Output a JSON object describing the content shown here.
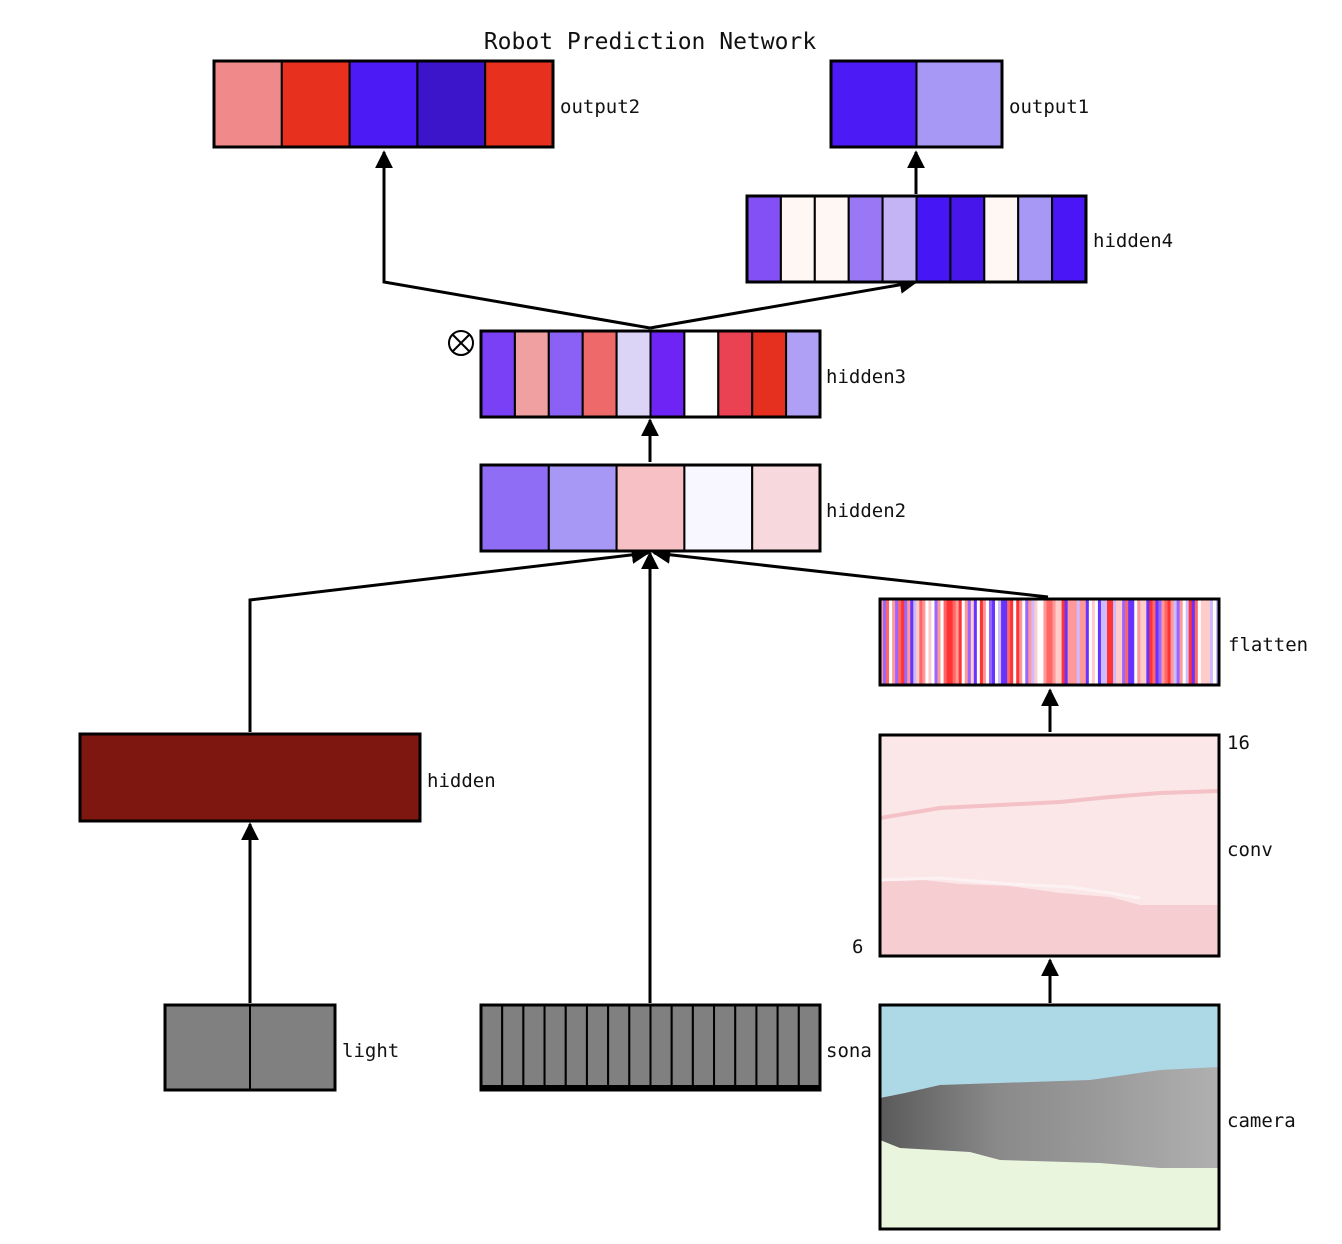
{
  "title": "Robot Prediction Network",
  "layers": {
    "output2": {
      "label": "output2",
      "colors": [
        "#f08a8a",
        "#e8301f",
        "#4c1af5",
        "#3c14c9",
        "#e8301f"
      ]
    },
    "output1": {
      "label": "output1",
      "colors": [
        "#4c1af5",
        "#a898f5"
      ]
    },
    "hidden4": {
      "label": "hidden4",
      "colors": [
        "#8250f5",
        "#fff7f3",
        "#fff7f3",
        "#9a78f5",
        "#c4b4f5",
        "#4616f5",
        "#4616ea",
        "#fff7f3",
        "#a898f5",
        "#4a16f5"
      ]
    },
    "hidden3": {
      "label": "hidden3",
      "colors": [
        "#7a40f5",
        "#f0a0a0",
        "#8a60f5",
        "#ee6a6a",
        "#dcd4f7",
        "#6e24f5",
        "#ffffff",
        "#ea4252",
        "#e6301f",
        "#b0a0f5"
      ]
    },
    "hidden2": {
      "label": "hidden2",
      "colors": [
        "#8f6ef5",
        "#a898f5",
        "#f6c0c4",
        "#f8f6ff",
        "#f7d8dc"
      ]
    },
    "flatten": {
      "label": "flatten"
    },
    "hidden": {
      "label": "hidden",
      "colors": [
        "#7e1710"
      ]
    },
    "conv": {
      "label": "conv",
      "dim_top": "16",
      "dim_bottom": "6"
    },
    "light": {
      "label": "light",
      "colors": [
        "#808080",
        "#808080"
      ]
    },
    "sona": {
      "label": "sona",
      "units": 16,
      "colors": [
        "#808080"
      ]
    },
    "camera": {
      "label": "camera",
      "sky": "#add8e6",
      "ground": "#eaf5dd"
    }
  },
  "icons": {
    "context": "circled-x-icon"
  },
  "palette": {
    "flatten": [
      "#ff6666",
      "#ffffff",
      "#6633ff",
      "#ff9999",
      "#9966ff",
      "#ffcccc",
      "#ccbbff",
      "#ff3333"
    ],
    "conv_light": "#fbe6e8",
    "conv_dark": "#f6cdd1"
  }
}
